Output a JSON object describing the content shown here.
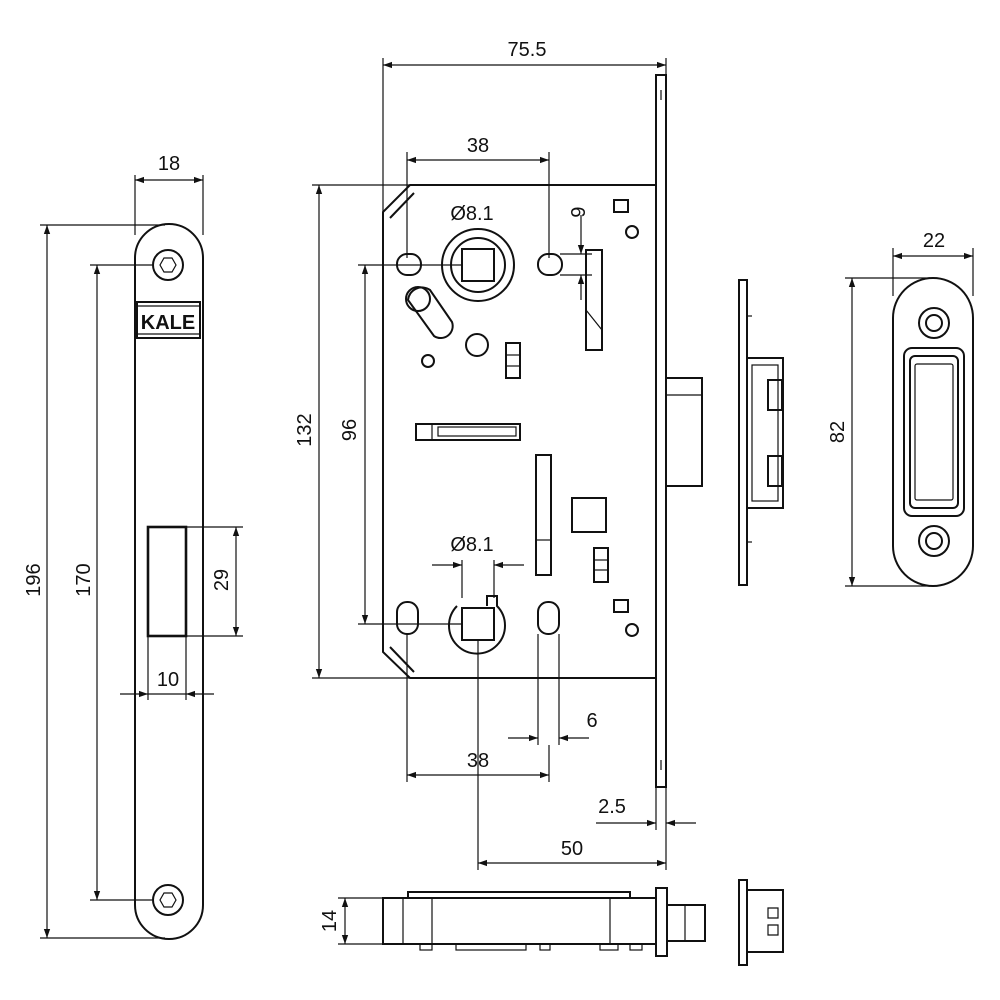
{
  "brand_logo": "KALE",
  "faceplate": {
    "width_label": "18",
    "total_length_label": "196",
    "screw_spacing_label": "170",
    "latch_hole_height_label": "29",
    "latch_hole_width_label": "10"
  },
  "lock_body": {
    "overall_width_label": "75.5",
    "top_spacing_label": "38",
    "top_slot_label": "6",
    "top_spindle_diameter_label": "Ø8.1",
    "body_height_label": "132",
    "spindle_spacing_label": "96",
    "bottom_spindle_diameter_label": "Ø8.1",
    "bottom_slot_label": "6",
    "bottom_spacing_label": "38",
    "faceplate_thickness_label": "2.5",
    "backset_label": "50"
  },
  "bottom_view": {
    "thickness_label": "14"
  },
  "strike_plate": {
    "width_label": "22",
    "height_label": "82"
  },
  "colors": {
    "line": "#111111",
    "background": "#ffffff"
  }
}
